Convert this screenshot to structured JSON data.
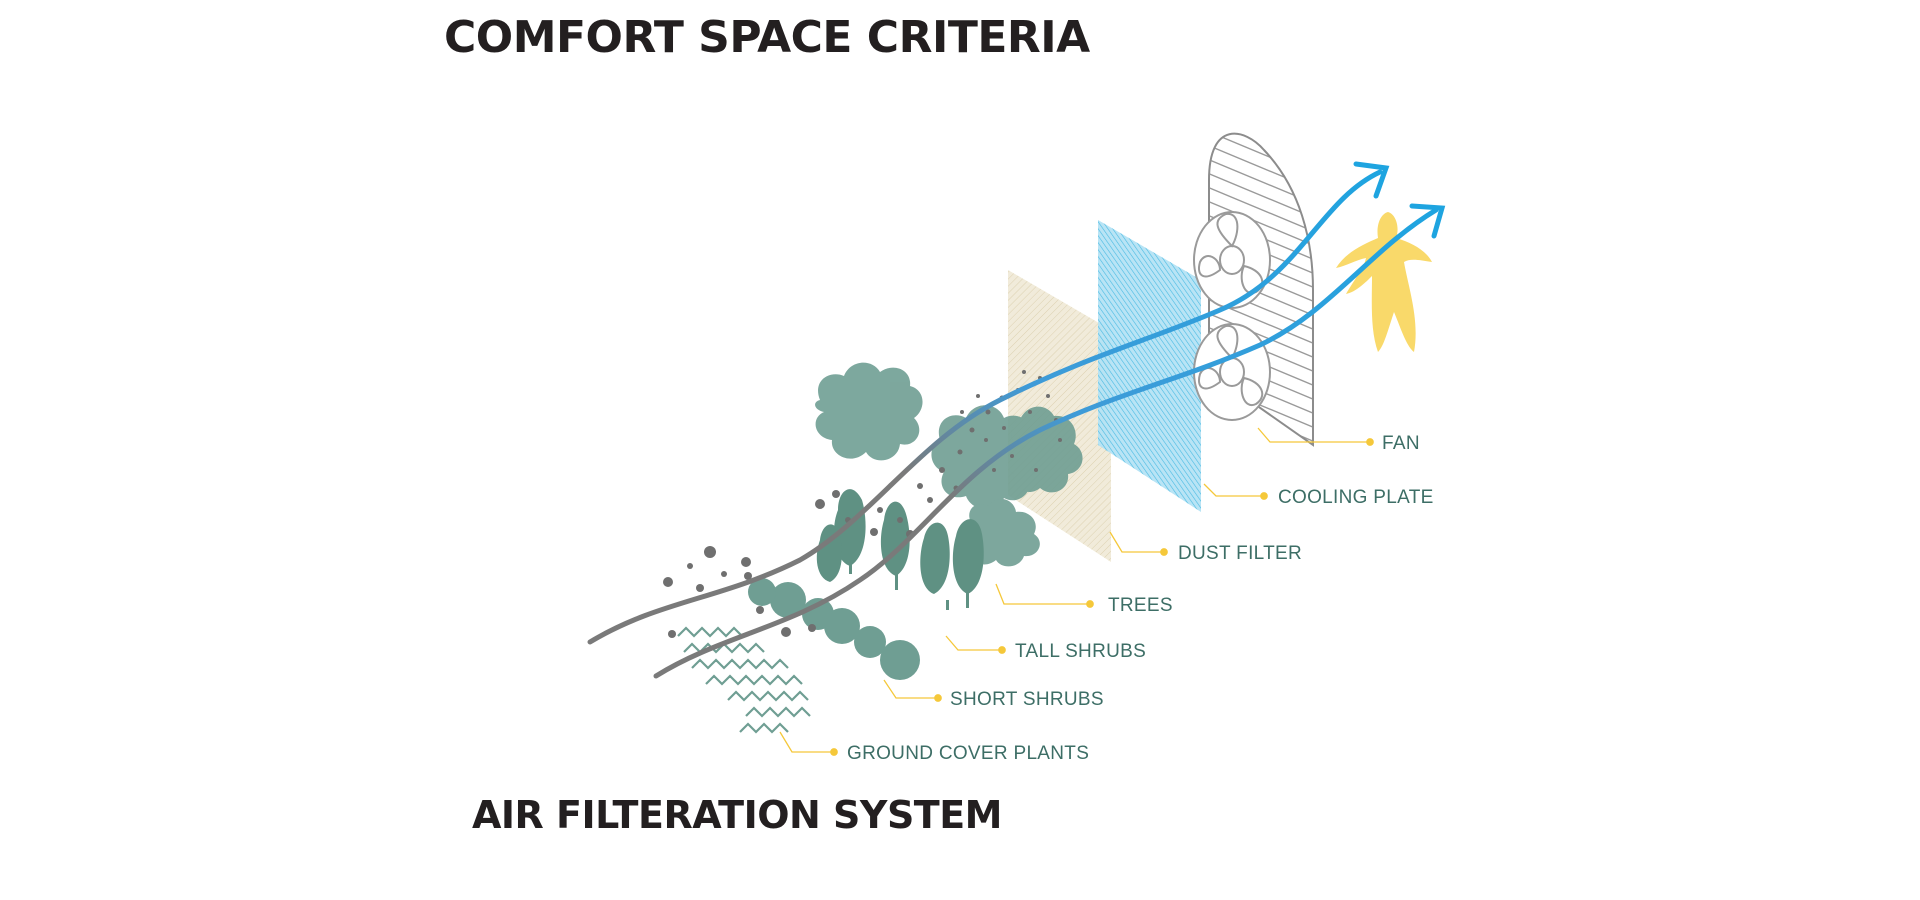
{
  "titles": {
    "top": "COMFORT SPACE CRITERIA",
    "bottom": "AIR FILTERATION SYSTEM"
  },
  "labels": {
    "fan": "FAN",
    "cooling_plate": "COOLING PLATE",
    "dust_filter": "DUST FILTER",
    "trees": "TREES",
    "tall_shrubs": "TALL SHRUBS",
    "short_shrubs": "SHORT SHRUBS",
    "ground_cover_plants": "GROUND COVER PLANTS"
  },
  "colors": {
    "foliage": "#6f9e93",
    "leader": "#f5c83a",
    "airflow_clean": "#1ea4e0",
    "airflow_dirty": "#7a7a7a",
    "cooling_plate": "#5cc4e6",
    "dust_filter": "#e9dfc4",
    "fan_outline": "#8c8c8c",
    "person": "#f9d96a",
    "label_text": "#3d6e66"
  }
}
